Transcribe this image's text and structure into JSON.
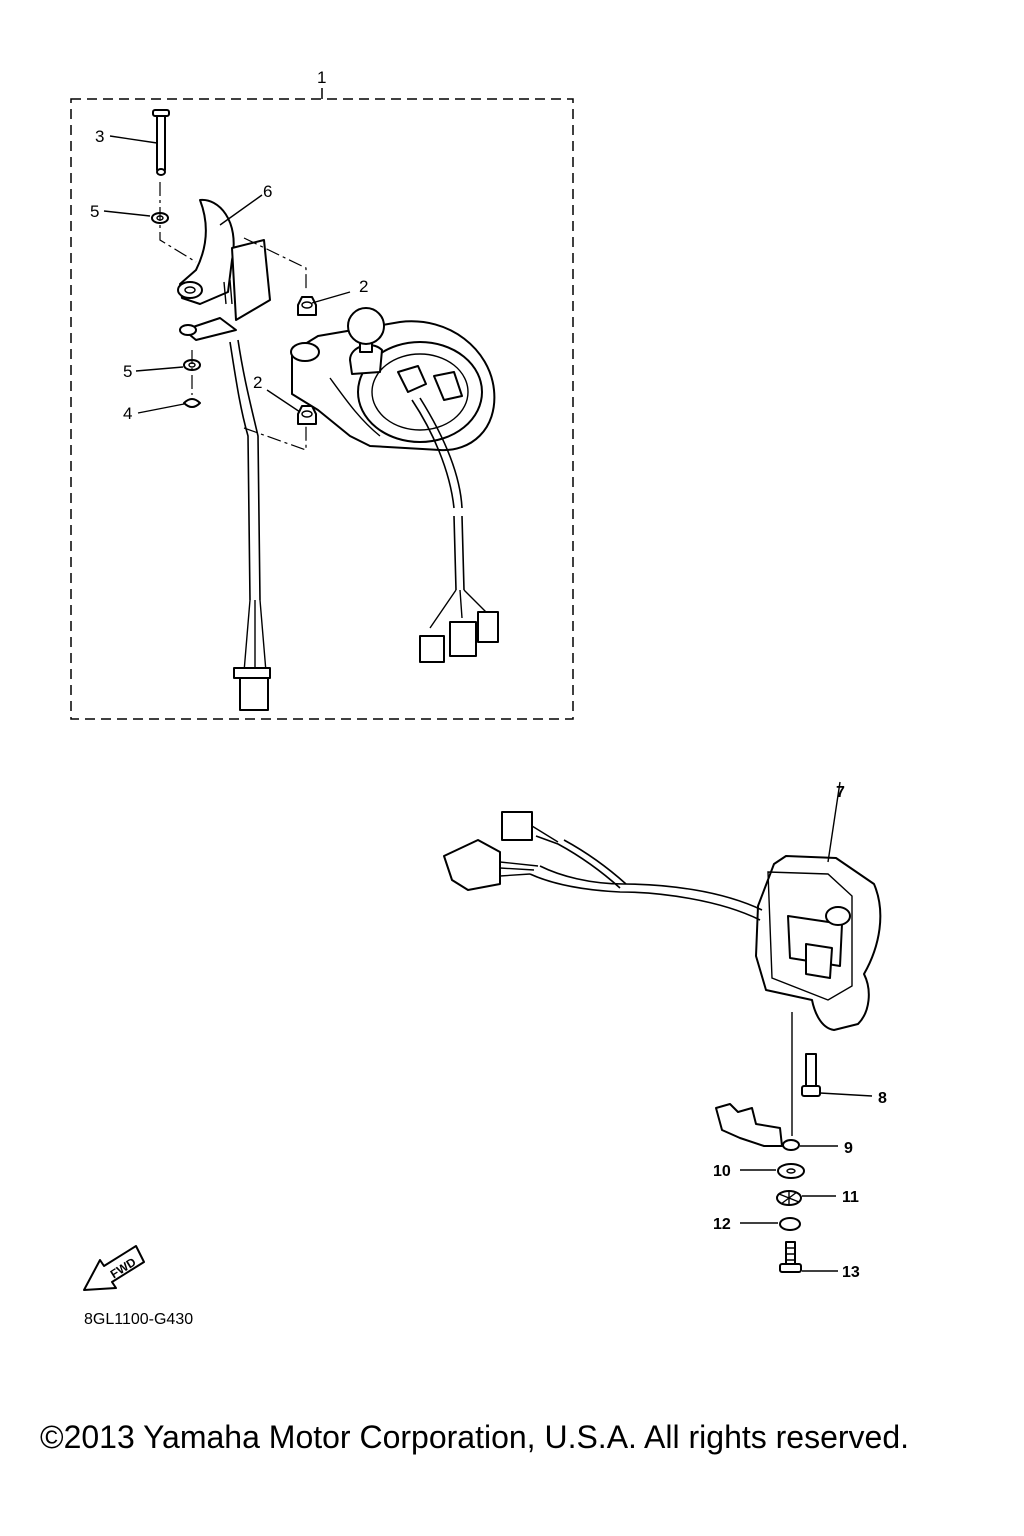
{
  "callouts": {
    "c1": "1",
    "c2a": "2",
    "c2b": "2",
    "c3": "3",
    "c4": "4",
    "c5a": "5",
    "c5b": "5",
    "c6": "6",
    "c7": "7",
    "c8": "8",
    "c9": "9",
    "c10": "10",
    "c11": "11",
    "c12": "12",
    "c13": "13"
  },
  "fwd_label": "FWD",
  "diagram_code": "8GL1100-G430",
  "copyright": "©2013 Yamaha Motor Corporation, U.S.A. All rights reserved."
}
